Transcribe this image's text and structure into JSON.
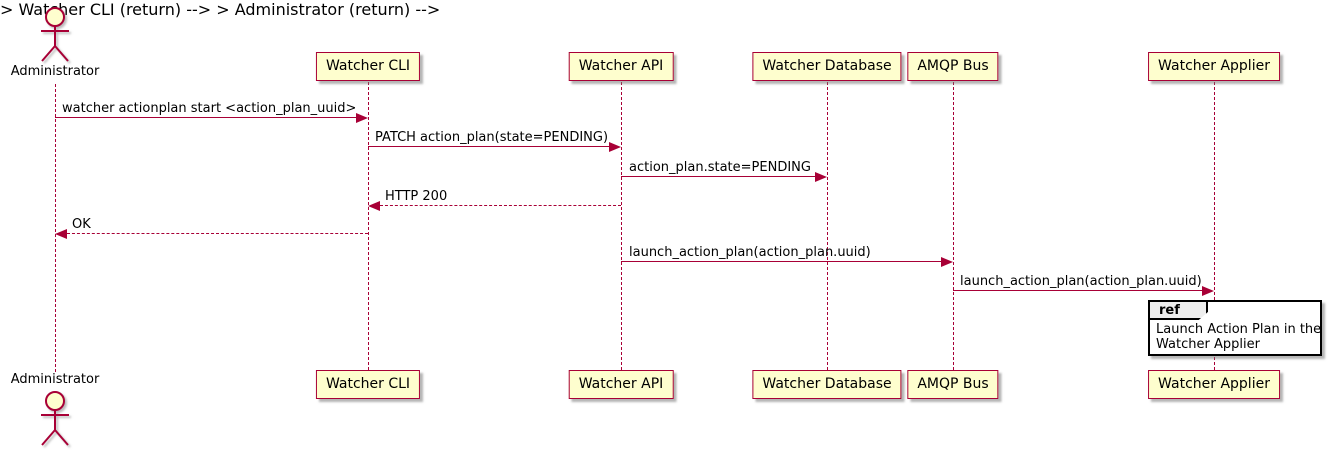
{
  "diagram": {
    "type": "sequence",
    "actor": {
      "name": "Administrator"
    },
    "participants": [
      {
        "name": "Watcher CLI"
      },
      {
        "name": "Watcher API"
      },
      {
        "name": "Watcher Database"
      },
      {
        "name": "AMQP Bus"
      },
      {
        "name": "Watcher Applier"
      }
    ],
    "messages": [
      {
        "label": "watcher actionplan start <action_plan_uuid>",
        "from": "Administrator",
        "to": "Watcher CLI",
        "style": "solid"
      },
      {
        "label": "PATCH action_plan(state=PENDING)",
        "from": "Watcher CLI",
        "to": "Watcher API",
        "style": "solid"
      },
      {
        "label": "action_plan.state=PENDING",
        "from": "Watcher API",
        "to": "Watcher Database",
        "style": "solid"
      },
      {
        "label": "HTTP 200",
        "from": "Watcher API",
        "to": "Watcher CLI",
        "style": "dashed-return"
      },
      {
        "label": "OK",
        "from": "Watcher CLI",
        "to": "Administrator",
        "style": "dashed-return"
      },
      {
        "label": "launch_action_plan(action_plan.uuid)",
        "from": "Watcher API",
        "to": "AMQP Bus",
        "style": "solid"
      },
      {
        "label": "launch_action_plan(action_plan.uuid)",
        "from": "AMQP Bus",
        "to": "Watcher Applier",
        "style": "solid"
      }
    ],
    "ref": {
      "keyword": "ref",
      "line1": "Launch Action Plan in the",
      "line2": "Watcher Applier"
    },
    "colors": {
      "accent": "#A80036",
      "participant_fill": "#FEFECE",
      "ref_header_fill": "#EEEEEE",
      "text": "#000000",
      "background": "#FFFFFF"
    }
  }
}
